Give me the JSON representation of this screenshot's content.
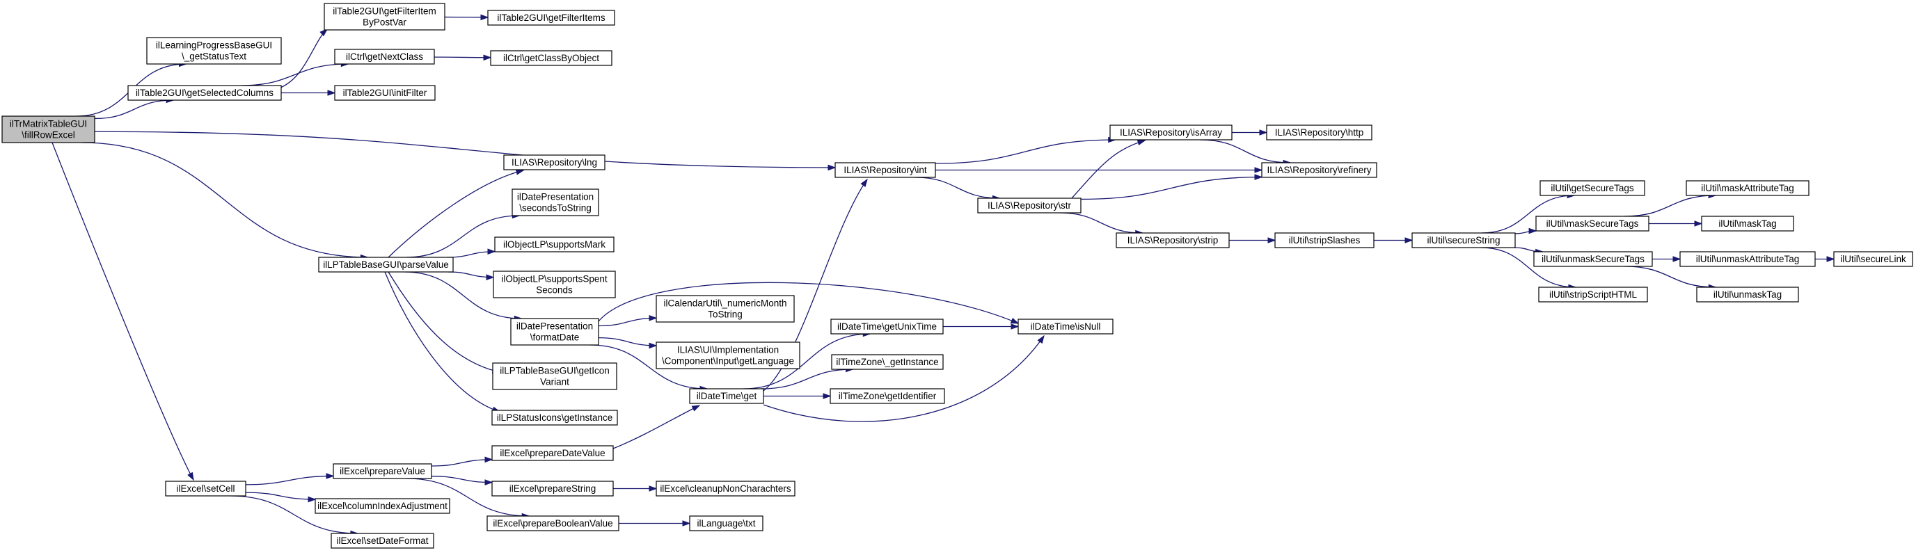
{
  "diagram": {
    "type": "call-graph",
    "colors": {
      "root_fill": "#bfbfbf",
      "node_fill": "#ffffff",
      "node_border": "#000000",
      "edge": "#191970"
    },
    "nodes": [
      {
        "id": "root",
        "lines": [
          "ilTrMatrixTableGUI",
          "\\fillRowExcel"
        ]
      },
      {
        "id": "lpStatus",
        "lines": [
          "ilLearningProgressBaseGUI",
          "\\_getStatusText"
        ]
      },
      {
        "id": "selCols",
        "lines": [
          "ilTable2GUI\\getSelectedColumns"
        ]
      },
      {
        "id": "filterPost",
        "lines": [
          "ilTable2GUI\\getFilterItem",
          "ByPostVar"
        ]
      },
      {
        "id": "filterItems",
        "lines": [
          "ilTable2GUI\\getFilterItems"
        ]
      },
      {
        "id": "nextClass",
        "lines": [
          "ilCtrl\\getNextClass"
        ]
      },
      {
        "id": "classByObj",
        "lines": [
          "ilCtrl\\getClassByObject"
        ]
      },
      {
        "id": "initFilter",
        "lines": [
          "ilTable2GUI\\initFilter"
        ]
      },
      {
        "id": "repoInt",
        "lines": [
          "ILIAS\\Repository\\int"
        ]
      },
      {
        "id": "repoIsArray",
        "lines": [
          "ILIAS\\Repository\\isArray"
        ]
      },
      {
        "id": "repoHttp",
        "lines": [
          "ILIAS\\Repository\\http"
        ]
      },
      {
        "id": "repoRefinery",
        "lines": [
          "ILIAS\\Repository\\refinery"
        ]
      },
      {
        "id": "repoStr",
        "lines": [
          "ILIAS\\Repository\\str"
        ]
      },
      {
        "id": "repoStrip",
        "lines": [
          "ILIAS\\Repository\\strip"
        ]
      },
      {
        "id": "stripSlashes",
        "lines": [
          "ilUtil\\stripSlashes"
        ]
      },
      {
        "id": "secureString",
        "lines": [
          "ilUtil\\secureString"
        ]
      },
      {
        "id": "getSecureTags",
        "lines": [
          "ilUtil\\getSecureTags"
        ]
      },
      {
        "id": "maskSecureTags",
        "lines": [
          "ilUtil\\maskSecureTags"
        ]
      },
      {
        "id": "unmaskSecureTags",
        "lines": [
          "ilUtil\\unmaskSecureTags"
        ]
      },
      {
        "id": "stripScriptHTML",
        "lines": [
          "ilUtil\\stripScriptHTML"
        ]
      },
      {
        "id": "maskAttrTag",
        "lines": [
          "ilUtil\\maskAttributeTag"
        ]
      },
      {
        "id": "maskTag",
        "lines": [
          "ilUtil\\maskTag"
        ]
      },
      {
        "id": "unmaskAttrTag",
        "lines": [
          "ilUtil\\unmaskAttributeTag"
        ]
      },
      {
        "id": "unmaskTag",
        "lines": [
          "ilUtil\\unmaskTag"
        ]
      },
      {
        "id": "secureLink",
        "lines": [
          "ilUtil\\secureLink"
        ]
      },
      {
        "id": "parseValue",
        "lines": [
          "ilLPTableBaseGUI\\parseValue"
        ]
      },
      {
        "id": "repoLng",
        "lines": [
          "ILIAS\\Repository\\lng"
        ]
      },
      {
        "id": "secToStr",
        "lines": [
          "ilDatePresentation",
          "\\secondsToString"
        ]
      },
      {
        "id": "supportsMark",
        "lines": [
          "ilObjectLP\\supportsMark"
        ]
      },
      {
        "id": "supportsSpent",
        "lines": [
          "ilObjectLP\\supportsSpent",
          "Seconds"
        ]
      },
      {
        "id": "formatDate",
        "lines": [
          "ilDatePresentation",
          "\\formatDate"
        ]
      },
      {
        "id": "numMonth",
        "lines": [
          "ilCalendarUtil\\_numericMonth",
          "ToString"
        ]
      },
      {
        "id": "getLanguage",
        "lines": [
          "ILIAS\\UI\\Implementation",
          "\\Component\\Input\\getLanguage"
        ]
      },
      {
        "id": "iconVariant",
        "lines": [
          "ilLPTableBaseGUI\\getIcon",
          "Variant"
        ]
      },
      {
        "id": "statusIcons",
        "lines": [
          "ilLPStatusIcons\\getInstance"
        ]
      },
      {
        "id": "dtGet",
        "lines": [
          "ilDateTime\\get"
        ]
      },
      {
        "id": "unixTime",
        "lines": [
          "ilDateTime\\getUnixTime"
        ]
      },
      {
        "id": "isNull",
        "lines": [
          "ilDateTime\\isNull"
        ]
      },
      {
        "id": "tzInstance",
        "lines": [
          "ilTimeZone\\_getInstance"
        ]
      },
      {
        "id": "tzIdentifier",
        "lines": [
          "ilTimeZone\\getIdentifier"
        ]
      },
      {
        "id": "setCell",
        "lines": [
          "ilExcel\\setCell"
        ]
      },
      {
        "id": "prepValue",
        "lines": [
          "ilExcel\\prepareValue"
        ]
      },
      {
        "id": "colIdx",
        "lines": [
          "ilExcel\\columnIndexAdjustment"
        ]
      },
      {
        "id": "setDateFmt",
        "lines": [
          "ilExcel\\setDateFormat"
        ]
      },
      {
        "id": "prepDate",
        "lines": [
          "ilExcel\\prepareDateValue"
        ]
      },
      {
        "id": "prepString",
        "lines": [
          "ilExcel\\prepareString"
        ]
      },
      {
        "id": "cleanup",
        "lines": [
          "ilExcel\\cleanupNonCharachters"
        ]
      },
      {
        "id": "prepBool",
        "lines": [
          "ilExcel\\prepareBooleanValue"
        ]
      },
      {
        "id": "langTxt",
        "lines": [
          "ilLanguage\\txt"
        ]
      }
    ],
    "edges": [
      [
        "root",
        "lpStatus"
      ],
      [
        "root",
        "selCols"
      ],
      [
        "root",
        "repoInt"
      ],
      [
        "root",
        "parseValue"
      ],
      [
        "root",
        "setCell"
      ],
      [
        "selCols",
        "filterPost"
      ],
      [
        "selCols",
        "nextClass"
      ],
      [
        "selCols",
        "initFilter"
      ],
      [
        "filterPost",
        "filterItems"
      ],
      [
        "nextClass",
        "classByObj"
      ],
      [
        "repoInt",
        "repoIsArray"
      ],
      [
        "repoInt",
        "repoRefinery"
      ],
      [
        "repoInt",
        "repoStr"
      ],
      [
        "repoIsArray",
        "repoHttp"
      ],
      [
        "repoIsArray",
        "repoRefinery"
      ],
      [
        "repoStr",
        "repoIsArray"
      ],
      [
        "repoStr",
        "repoRefinery"
      ],
      [
        "repoStr",
        "repoStrip"
      ],
      [
        "repoStrip",
        "stripSlashes"
      ],
      [
        "stripSlashes",
        "secureString"
      ],
      [
        "secureString",
        "getSecureTags"
      ],
      [
        "secureString",
        "maskSecureTags"
      ],
      [
        "secureString",
        "unmaskSecureTags"
      ],
      [
        "secureString",
        "stripScriptHTML"
      ],
      [
        "maskSecureTags",
        "maskAttrTag"
      ],
      [
        "maskSecureTags",
        "maskTag"
      ],
      [
        "unmaskSecureTags",
        "unmaskAttrTag"
      ],
      [
        "unmaskSecureTags",
        "unmaskTag"
      ],
      [
        "unmaskAttrTag",
        "secureLink"
      ],
      [
        "parseValue",
        "repoLng"
      ],
      [
        "parseValue",
        "secToStr"
      ],
      [
        "parseValue",
        "supportsMark"
      ],
      [
        "parseValue",
        "supportsSpent"
      ],
      [
        "parseValue",
        "formatDate"
      ],
      [
        "parseValue",
        "iconVariant"
      ],
      [
        "parseValue",
        "statusIcons"
      ],
      [
        "formatDate",
        "isNull"
      ],
      [
        "formatDate",
        "numMonth"
      ],
      [
        "formatDate",
        "getLanguage"
      ],
      [
        "formatDate",
        "dtGet"
      ],
      [
        "dtGet",
        "repoInt"
      ],
      [
        "dtGet",
        "unixTime"
      ],
      [
        "dtGet",
        "tzInstance"
      ],
      [
        "dtGet",
        "tzIdentifier"
      ],
      [
        "dtGet",
        "isNull"
      ],
      [
        "unixTime",
        "isNull"
      ],
      [
        "setCell",
        "prepValue"
      ],
      [
        "setCell",
        "colIdx"
      ],
      [
        "setCell",
        "setDateFmt"
      ],
      [
        "prepValue",
        "prepDate"
      ],
      [
        "prepValue",
        "prepString"
      ],
      [
        "prepValue",
        "prepBool"
      ],
      [
        "prepDate",
        "dtGet"
      ],
      [
        "prepString",
        "cleanup"
      ],
      [
        "prepBool",
        "langTxt"
      ]
    ]
  }
}
